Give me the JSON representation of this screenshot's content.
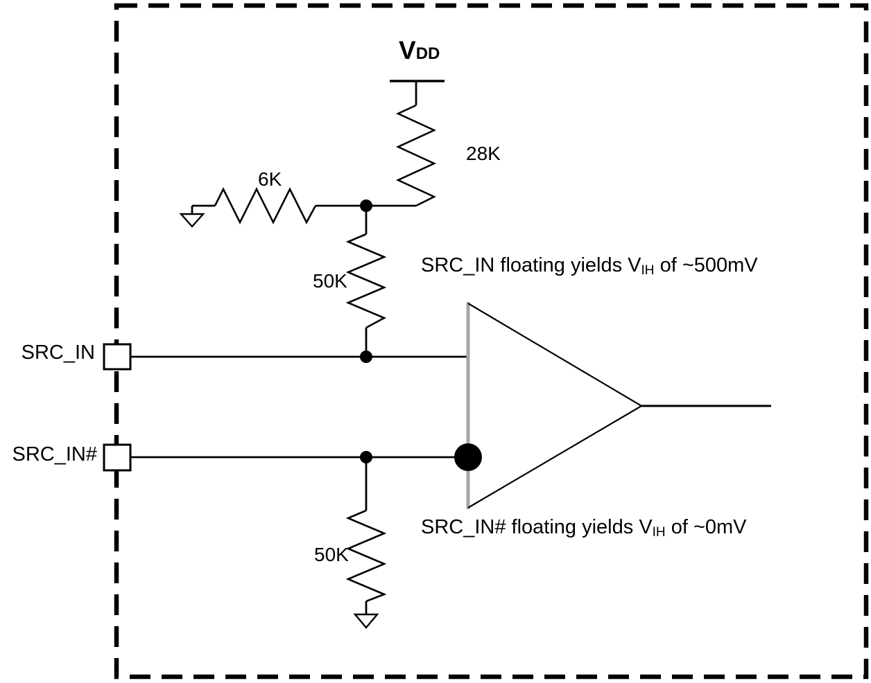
{
  "diagram": {
    "power": {
      "label_main": "V",
      "label_sub": "DD"
    },
    "resistors": {
      "pullup": "28K",
      "bias": "6K",
      "top_50k": "50K",
      "bottom_50k": "50K"
    },
    "pins": {
      "src_in": "SRC_IN",
      "src_in_n": "SRC_IN#"
    },
    "annotations": {
      "src_in": {
        "prefix": "SRC_IN floating yields V",
        "sub": "IH",
        "suffix": " of ~500mV"
      },
      "src_in_n": {
        "prefix": "SRC_IN# floating yields V",
        "sub": "IH",
        "suffix": " of ~0mV"
      }
    },
    "colors": {
      "wire": "#000000",
      "comparator_input_edge": "#a6a6a6",
      "background": "#ffffff"
    }
  }
}
